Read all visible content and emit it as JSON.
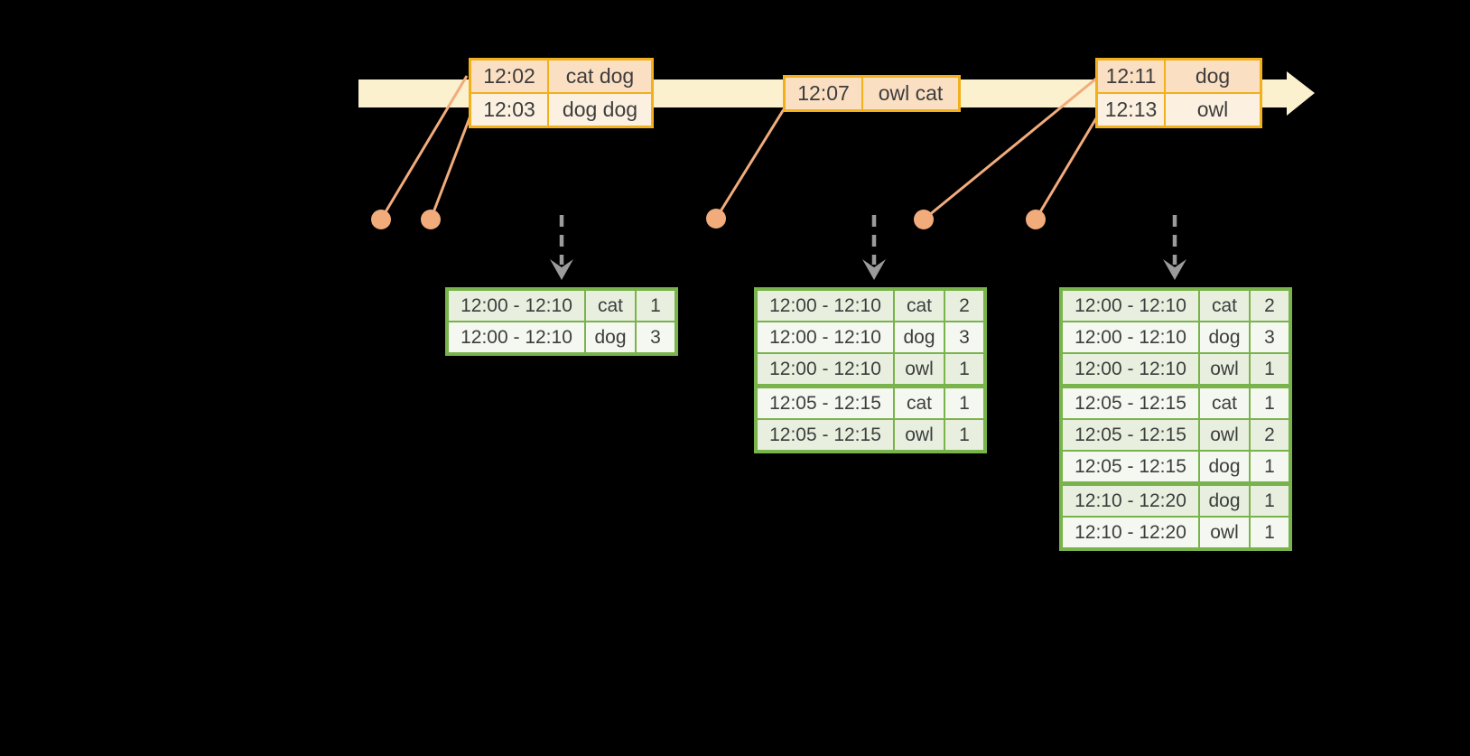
{
  "colors": {
    "background": "#000000",
    "timeline_fill": "#FBF1CF",
    "event_border": "#F2B01D",
    "event_row_dark": "#FADFC3",
    "event_row_light": "#FCF1E0",
    "marker": "#F2AC7C",
    "arrow_gray": "#9B9B9B",
    "result_border": "#79B34B",
    "result_row_tint": "#E8EFDF",
    "result_row_light": "#F5F8F1",
    "text": "#3D3D3D"
  },
  "events": {
    "batches": [
      {
        "rows": [
          {
            "time": "12:02",
            "words": "cat dog"
          },
          {
            "time": "12:03",
            "words": "dog dog"
          }
        ]
      },
      {
        "rows": [
          {
            "time": "12:07",
            "words": "owl cat"
          }
        ]
      },
      {
        "rows": [
          {
            "time": "12:11",
            "words": "dog"
          },
          {
            "time": "12:13",
            "words": "owl"
          }
        ]
      }
    ]
  },
  "results": {
    "tables": [
      {
        "rows": [
          {
            "window": "12:00 - 12:10",
            "word": "cat",
            "count": 1
          },
          {
            "window": "12:00 - 12:10",
            "word": "dog",
            "count": 3
          }
        ]
      },
      {
        "rows": [
          {
            "window": "12:00 - 12:10",
            "word": "cat",
            "count": 2
          },
          {
            "window": "12:00 - 12:10",
            "word": "dog",
            "count": 3
          },
          {
            "window": "12:00 - 12:10",
            "word": "owl",
            "count": 1
          },
          {
            "window": "12:05 - 12:15",
            "word": "cat",
            "count": 1
          },
          {
            "window": "12:05 - 12:15",
            "word": "owl",
            "count": 1
          }
        ]
      },
      {
        "rows": [
          {
            "window": "12:00 - 12:10",
            "word": "cat",
            "count": 2
          },
          {
            "window": "12:00 - 12:10",
            "word": "dog",
            "count": 3
          },
          {
            "window": "12:00 - 12:10",
            "word": "owl",
            "count": 1
          },
          {
            "window": "12:05 - 12:15",
            "word": "cat",
            "count": 1
          },
          {
            "window": "12:05 - 12:15",
            "word": "owl",
            "count": 2
          },
          {
            "window": "12:05 - 12:15",
            "word": "dog",
            "count": 1
          },
          {
            "window": "12:10 - 12:20",
            "word": "dog",
            "count": 1
          },
          {
            "window": "12:10 - 12:20",
            "word": "owl",
            "count": 1
          }
        ]
      }
    ]
  }
}
